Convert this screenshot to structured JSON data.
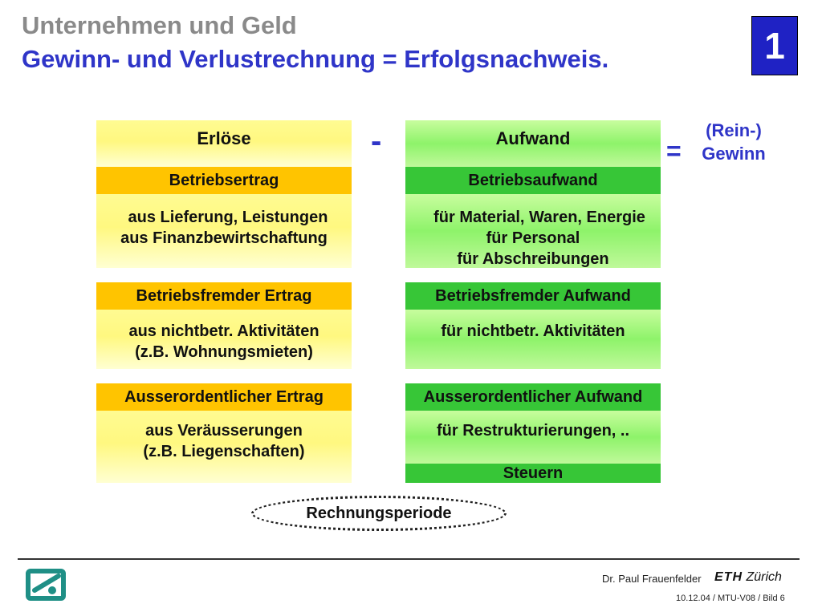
{
  "header": {
    "title_line1": "Unternehmen und Geld",
    "title_line2": "Gewinn- und Verlustrechnung = Erfolgsnachweis.",
    "slide_badge": "1"
  },
  "operators": {
    "minus": "-",
    "equals": "="
  },
  "result": {
    "line1": "(Rein-)",
    "line2": "Gewinn"
  },
  "left_column": {
    "header": "Erlöse",
    "sections": [
      {
        "band": "Betriebsertrag",
        "lines": [
          "aus Lieferung, Leistungen",
          "aus Finanzbewirtschaftung"
        ]
      },
      {
        "band": "Betriebsfremder Ertrag",
        "lines": [
          "aus nichtbetr. Aktivitäten",
          "(z.B. Wohnungsmieten)"
        ]
      },
      {
        "band": "Ausserordentlicher Ertrag",
        "lines": [
          "aus Veräusserungen",
          "(z.B. Liegenschaften)"
        ]
      }
    ]
  },
  "right_column": {
    "header": "Aufwand",
    "sections": [
      {
        "band": "Betriebsaufwand",
        "lines": [
          "für Material, Waren, Energie",
          "für Personal",
          "für Abschreibungen"
        ]
      },
      {
        "band": "Betriebsfremder Aufwand",
        "lines": [
          "für nichtbetr. Aktivitäten"
        ]
      },
      {
        "band": "Ausserordentlicher Aufwand",
        "lines": [
          "für Restrukturierungen, .."
        ]
      }
    ],
    "footer_band": "Steuern"
  },
  "period_label": "Rechnungsperiode",
  "footer": {
    "author": "Dr. Paul Frauenfelder",
    "eth_bold": "ETH",
    "eth_city": "Zürich",
    "date_ref": "10.12.04 / MTU-V08 / Bild 6"
  },
  "colors": {
    "title_gray": "#8a8a8a",
    "title_blue": "#2f35c8",
    "badge_blue": "#1f22c4",
    "band_yellow": "#ffc400",
    "band_green": "#37c637"
  }
}
